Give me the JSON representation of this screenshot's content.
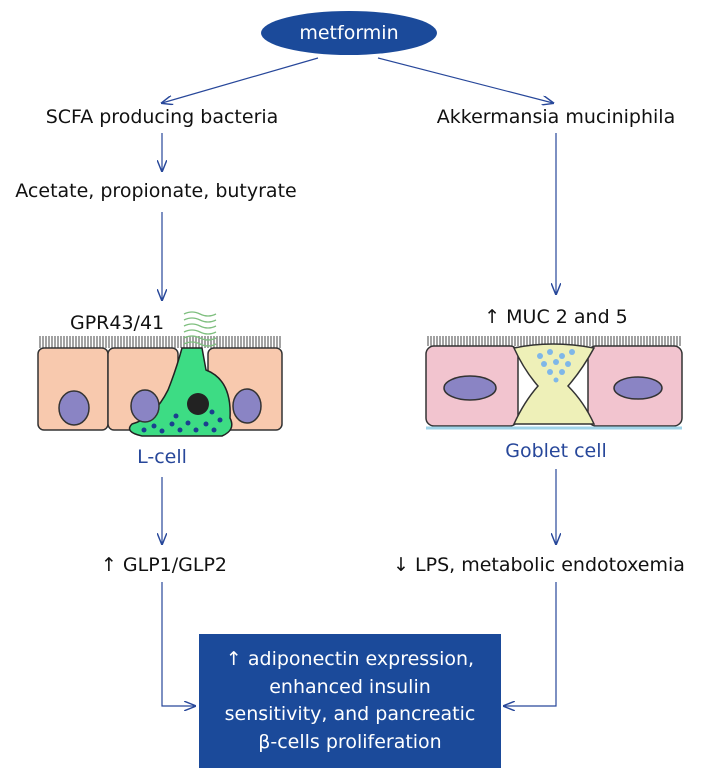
{
  "top": {
    "drug": "metformin"
  },
  "left": {
    "bacteria": "SCFA producing bacteria",
    "scfa": "Acetate, propionate, butyrate",
    "receptor": "GPR43/41",
    "cell": "L-cell",
    "hormone": "↑ GLP1/GLP2"
  },
  "right": {
    "bacteria": "Akkermansia muciniphila",
    "mucin": "↑ MUC 2 and 5",
    "cell": "Goblet cell",
    "effect": "↓ LPS, metabolic endotoxemia"
  },
  "result": {
    "lines": [
      "↑ adiponectin expression,",
      "enhanced insulin",
      "sensitivity, and pancreatic",
      "β-cells proliferation"
    ]
  },
  "colors": {
    "accent": "#1b4a9a",
    "arrow": "#27479a",
    "epithelium": "#f8c9ae",
    "goblet_side": "#f2c4cf",
    "lcell": "#3ddc84",
    "nucleus": "#8a84c4"
  }
}
